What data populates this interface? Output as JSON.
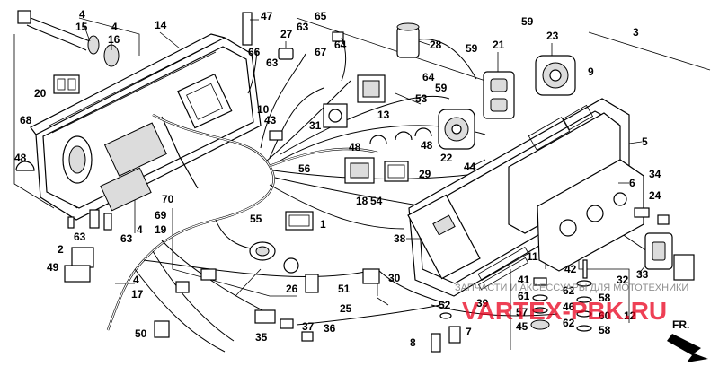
{
  "callouts": [
    {
      "id": "c4a",
      "text": "4"
    },
    {
      "id": "c15",
      "text": "15"
    },
    {
      "id": "c4b",
      "text": "4"
    },
    {
      "id": "c16",
      "text": "16"
    },
    {
      "id": "c14",
      "text": "14"
    },
    {
      "id": "c47",
      "text": "47"
    },
    {
      "id": "c63a",
      "text": "63"
    },
    {
      "id": "c65",
      "text": "65"
    },
    {
      "id": "c66",
      "text": "66"
    },
    {
      "id": "c27",
      "text": "27"
    },
    {
      "id": "c63b",
      "text": "63"
    },
    {
      "id": "c64a",
      "text": "64"
    },
    {
      "id": "c67",
      "text": "67"
    },
    {
      "id": "c28",
      "text": "28"
    },
    {
      "id": "c59a",
      "text": "59"
    },
    {
      "id": "c3",
      "text": "3"
    },
    {
      "id": "c21",
      "text": "21"
    },
    {
      "id": "c23",
      "text": "23"
    },
    {
      "id": "c59b",
      "text": "59"
    },
    {
      "id": "c9",
      "text": "9"
    },
    {
      "id": "c20",
      "text": "20"
    },
    {
      "id": "c64b",
      "text": "64"
    },
    {
      "id": "c59c",
      "text": "59"
    },
    {
      "id": "c53",
      "text": "53"
    },
    {
      "id": "c10",
      "text": "10"
    },
    {
      "id": "c43",
      "text": "43"
    },
    {
      "id": "c13",
      "text": "13"
    },
    {
      "id": "c68",
      "text": "68"
    },
    {
      "id": "c31",
      "text": "31"
    },
    {
      "id": "c22",
      "text": "22"
    },
    {
      "id": "c5",
      "text": "5"
    },
    {
      "id": "c48a",
      "text": "48"
    },
    {
      "id": "c48b",
      "text": "48"
    },
    {
      "id": "c48c",
      "text": "48"
    },
    {
      "id": "c56",
      "text": "56"
    },
    {
      "id": "c29",
      "text": "29"
    },
    {
      "id": "c44",
      "text": "44"
    },
    {
      "id": "c6",
      "text": "6"
    },
    {
      "id": "c18",
      "text": "18"
    },
    {
      "id": "c54",
      "text": "54"
    },
    {
      "id": "c34",
      "text": "34"
    },
    {
      "id": "c70",
      "text": "70"
    },
    {
      "id": "c69",
      "text": "69"
    },
    {
      "id": "c24",
      "text": "24"
    },
    {
      "id": "c55",
      "text": "55"
    },
    {
      "id": "c1",
      "text": "1"
    },
    {
      "id": "c4c",
      "text": "4"
    },
    {
      "id": "c19",
      "text": "19"
    },
    {
      "id": "c63c",
      "text": "63"
    },
    {
      "id": "c63d",
      "text": "63"
    },
    {
      "id": "c38",
      "text": "38"
    },
    {
      "id": "c2",
      "text": "2"
    },
    {
      "id": "c30",
      "text": "30"
    },
    {
      "id": "c11",
      "text": "11"
    },
    {
      "id": "c42",
      "text": "42"
    },
    {
      "id": "c49",
      "text": "49"
    },
    {
      "id": "c32",
      "text": "32"
    },
    {
      "id": "c33",
      "text": "33"
    },
    {
      "id": "c41",
      "text": "41"
    },
    {
      "id": "c61",
      "text": "61"
    },
    {
      "id": "c62a",
      "text": "62"
    },
    {
      "id": "c58a",
      "text": "58"
    },
    {
      "id": "c4d",
      "text": "4"
    },
    {
      "id": "c17",
      "text": "17"
    },
    {
      "id": "c26",
      "text": "26"
    },
    {
      "id": "c51",
      "text": "51"
    },
    {
      "id": "c39",
      "text": "39"
    },
    {
      "id": "c46",
      "text": "46"
    },
    {
      "id": "c12",
      "text": "12"
    },
    {
      "id": "c52",
      "text": "52"
    },
    {
      "id": "c57",
      "text": "57"
    },
    {
      "id": "c60",
      "text": "60"
    },
    {
      "id": "c25",
      "text": "25"
    },
    {
      "id": "c45",
      "text": "45"
    },
    {
      "id": "c62b",
      "text": "62"
    },
    {
      "id": "c58b",
      "text": "58"
    },
    {
      "id": "c50",
      "text": "50"
    },
    {
      "id": "c37",
      "text": "37"
    },
    {
      "id": "c36",
      "text": "36"
    },
    {
      "id": "c35",
      "text": "35"
    },
    {
      "id": "c8",
      "text": "8"
    },
    {
      "id": "c7",
      "text": "7"
    }
  ],
  "direction_label": "FR.",
  "watermark": {
    "domain": "VARTEX-PBK.RU",
    "tagline": "ЗАПЧАСТИ И АКСЕССУАРЫ ДЛЯ МОТОТЕХНИКИ"
  }
}
